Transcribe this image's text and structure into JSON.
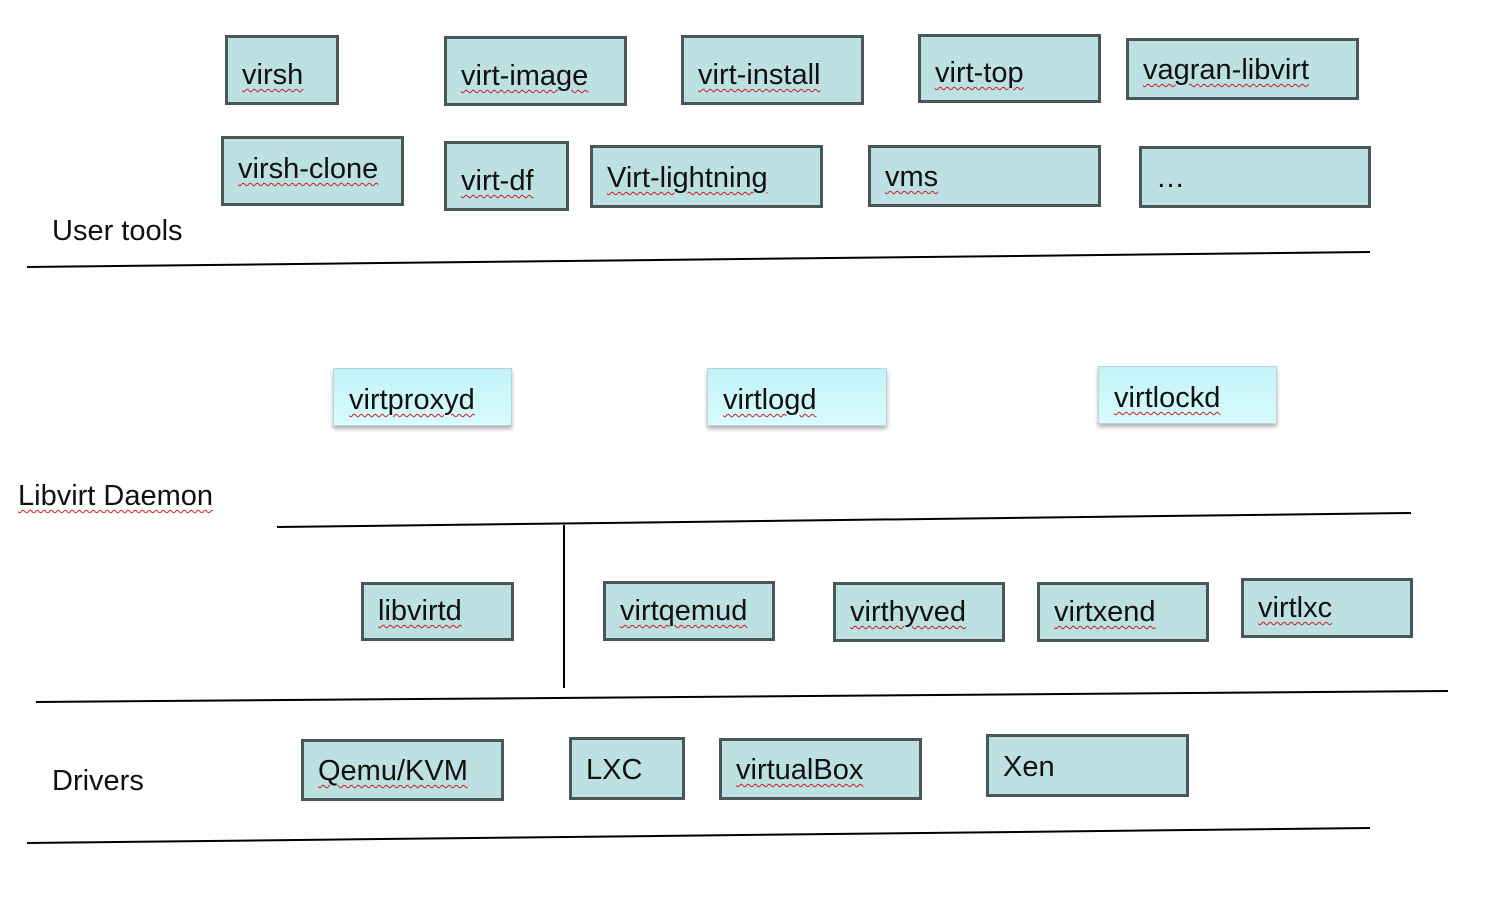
{
  "layers": {
    "user_tools": {
      "label": "User tools",
      "items": [
        "virsh",
        "virt-image",
        "virt-install",
        "virt-top",
        "vagran-libvirt",
        "virsh-clone",
        "virt-df",
        "Virt-lightning",
        "vms",
        "…"
      ]
    },
    "libvirt_daemon": {
      "label": "Libvirt Daemon",
      "daemons": [
        "virtproxyd",
        "virtlogd",
        "virtlockd"
      ],
      "items": [
        "libvirtd",
        "virtqemud",
        "virthyved",
        "virtxend",
        "virtlxc"
      ]
    },
    "drivers": {
      "label": "Drivers",
      "items": [
        "Qemu/KVM",
        "LXC",
        "virtualBox",
        "Xen"
      ]
    }
  },
  "colors": {
    "box_fill": "#bde0e3",
    "box_border": "#4a5758",
    "daemon_fill": "#c8f6fa",
    "line": "#000000",
    "spellcheck_underline": "#d11a1a"
  }
}
